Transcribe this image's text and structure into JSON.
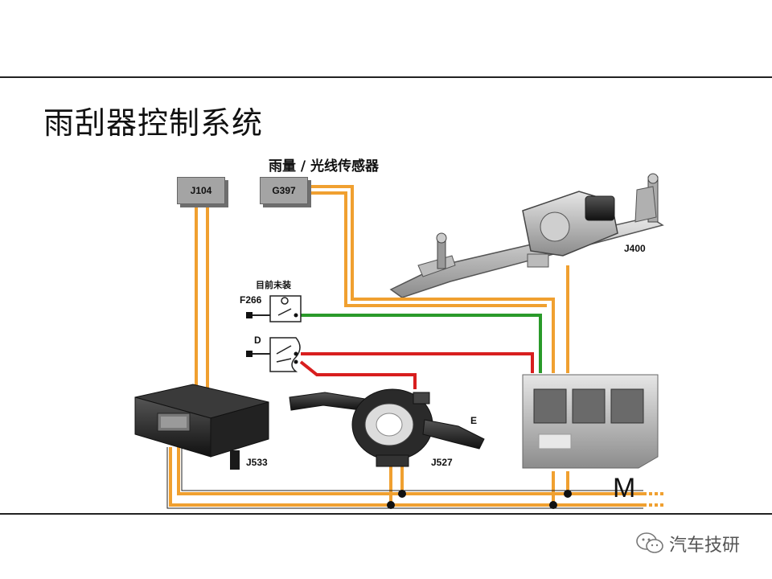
{
  "title": "雨刮器控制系统",
  "subtitle": "雨量 / 光线传感器",
  "note_not_installed": "目前未装",
  "labels": {
    "j104": "J104",
    "g397": "G397",
    "j400": "J400",
    "f266": "F266",
    "d": "D",
    "e": "E",
    "j533": "J533",
    "j527": "J527",
    "m": "M"
  },
  "watermark": {
    "text": "汽车技研",
    "icon": "wechat-icon"
  },
  "colors": {
    "orange": "#f0a030",
    "green": "#2a9a2a",
    "red": "#d81e1e",
    "line": "#222222"
  }
}
